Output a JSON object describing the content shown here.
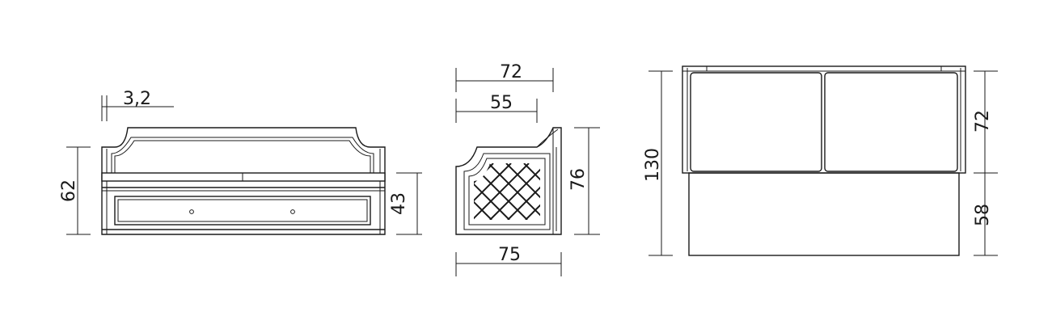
{
  "dimensions": {
    "front_rail": "3,2",
    "front_height": "62",
    "front_seat_height": "43",
    "side_top_depth": "72",
    "side_mid_depth": "55",
    "side_height": "76",
    "side_bottom_depth": "75",
    "top_total_length": "130",
    "top_upper_width": "72",
    "top_lower_width": "58"
  }
}
